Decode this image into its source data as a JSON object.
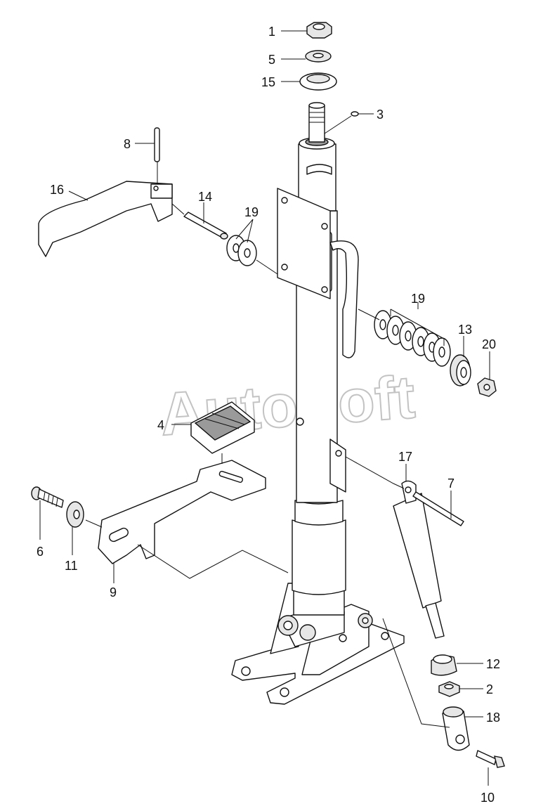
{
  "watermark": "AutoSoft",
  "callouts": {
    "c1": "1",
    "c2": "2",
    "c3": "3",
    "c4": "4",
    "c5": "5",
    "c6": "6",
    "c7": "7",
    "c8": "8",
    "c9": "9",
    "c10": "10",
    "c11": "11",
    "c12": "12",
    "c13": "13",
    "c14": "14",
    "c15": "15",
    "c16": "16",
    "c17": "17",
    "c18": "18",
    "c19a": "19",
    "c19b": "19",
    "c20": "20"
  }
}
